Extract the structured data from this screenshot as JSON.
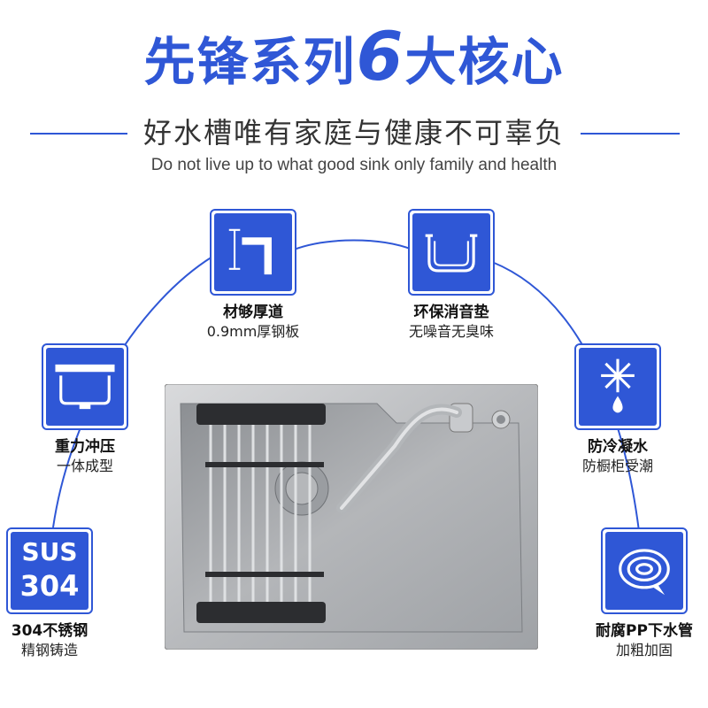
{
  "header": {
    "title_part1": "先锋系列",
    "title_num": "6",
    "title_part2": "大核心",
    "subtitle": "好水槽唯有家庭与健康不可辜负",
    "english": "Do not live up to what good sink only family and health"
  },
  "features": [
    {
      "name": "材够厚道",
      "desc": "0.9mm厚钢板",
      "icon": "thickness-icon"
    },
    {
      "name": "环保消音垫",
      "desc": "无噪音无臭味",
      "icon": "sound-pad-icon"
    },
    {
      "name": "重力冲压",
      "desc": "一体成型",
      "icon": "stamping-icon"
    },
    {
      "name": "防冷凝水",
      "desc": "防橱柜受潮",
      "icon": "anti-condensation-icon"
    },
    {
      "name": "304不锈钢",
      "desc": "精钢铸造",
      "icon": "sus304-icon",
      "badge_top": "SUS",
      "badge_bottom": "304"
    },
    {
      "name": "耐腐PP下水管",
      "desc": "加粗加固",
      "icon": "drain-pipe-icon"
    }
  ],
  "colors": {
    "accent": "#2f57d6",
    "text": "#222222"
  }
}
